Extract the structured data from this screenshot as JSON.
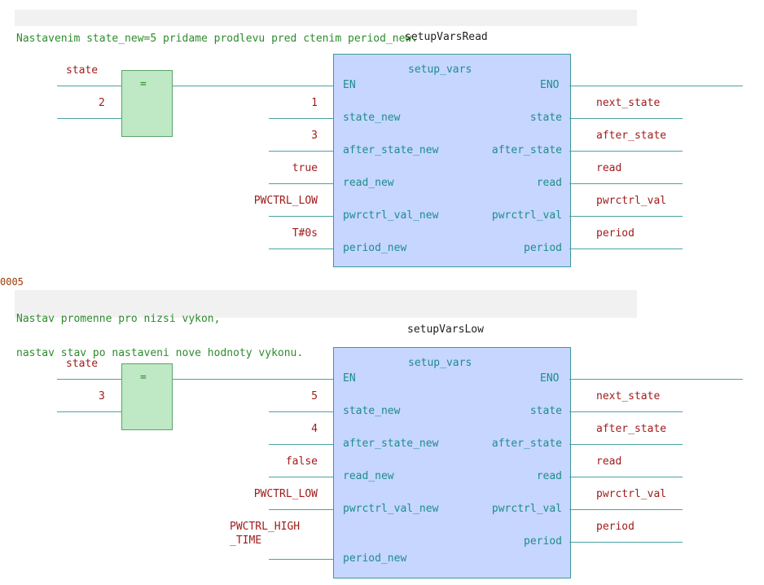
{
  "networks": [
    {
      "comment_lines": [
        "Nastavenim state_new=5 pridame prodlevu pred ctenim period_new."
      ],
      "instance": "setupVarsRead",
      "block_type": "setup_vars",
      "eq_symbol": "=",
      "eq_inputs": [
        "state",
        "2"
      ],
      "inputs": [
        {
          "pin": "EN",
          "value": ""
        },
        {
          "pin": "state_new",
          "value": "1"
        },
        {
          "pin": "after_state_new",
          "value": "3"
        },
        {
          "pin": "read_new",
          "value": "true"
        },
        {
          "pin": "pwrctrl_val_new",
          "value": "PWCTRL_LOW"
        },
        {
          "pin": "period_new",
          "value": "T#0s"
        }
      ],
      "outputs": [
        {
          "pin": "ENO",
          "value": ""
        },
        {
          "pin": "state",
          "value": "next_state"
        },
        {
          "pin": "after_state",
          "value": "after_state"
        },
        {
          "pin": "read",
          "value": "read"
        },
        {
          "pin": "pwrctrl_val",
          "value": "pwrctrl_val"
        },
        {
          "pin": "period",
          "value": "period"
        }
      ]
    },
    {
      "label": "0005",
      "comment_lines": [
        "Nastav promenne pro nizsi vykon,",
        "nastav stav po nastaveni nove hodnoty vykonu."
      ],
      "instance": "setupVarsLow",
      "block_type": "setup_vars",
      "eq_symbol": "=",
      "eq_inputs": [
        "state",
        "3"
      ],
      "inputs": [
        {
          "pin": "EN",
          "value": ""
        },
        {
          "pin": "state_new",
          "value": "5"
        },
        {
          "pin": "after_state_new",
          "value": "4"
        },
        {
          "pin": "read_new",
          "value": "false"
        },
        {
          "pin": "pwrctrl_val_new",
          "value": "PWCTRL_LOW"
        },
        {
          "pin": "period_new",
          "value": "PWCTRL_HIGH\n_TIME"
        }
      ],
      "outputs": [
        {
          "pin": "ENO",
          "value": ""
        },
        {
          "pin": "state",
          "value": "next_state"
        },
        {
          "pin": "after_state",
          "value": "after_state"
        },
        {
          "pin": "read",
          "value": "read"
        },
        {
          "pin": "pwrctrl_val",
          "value": "pwrctrl_val"
        },
        {
          "pin": "period",
          "value": "period"
        }
      ]
    }
  ]
}
